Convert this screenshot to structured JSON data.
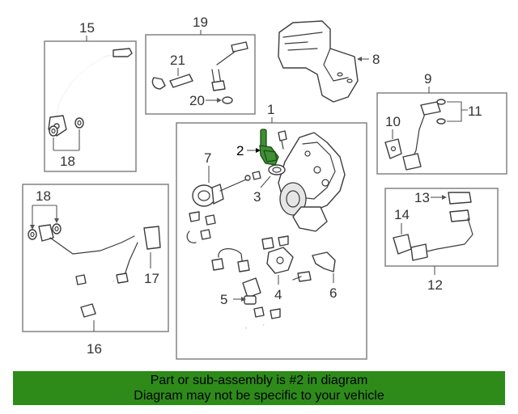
{
  "callouts": {
    "c1": "1",
    "c2": "2",
    "c3": "3",
    "c4": "4",
    "c5": "5",
    "c6": "6",
    "c7": "7",
    "c8": "8",
    "c9": "9",
    "c10": "10",
    "c11": "11",
    "c12": "12",
    "c13": "13",
    "c14": "14",
    "c15": "15",
    "c16": "16",
    "c17": "17",
    "c18a": "18",
    "c18b": "18",
    "c19": "19",
    "c20": "20",
    "c21": "21"
  },
  "highlight": {
    "part_number": "2",
    "color": "#2e8b1a"
  },
  "banner": {
    "line1": "Part or sub-assembly is #2 in diagram",
    "line2": "Diagram may not be specific to your vehicle"
  }
}
